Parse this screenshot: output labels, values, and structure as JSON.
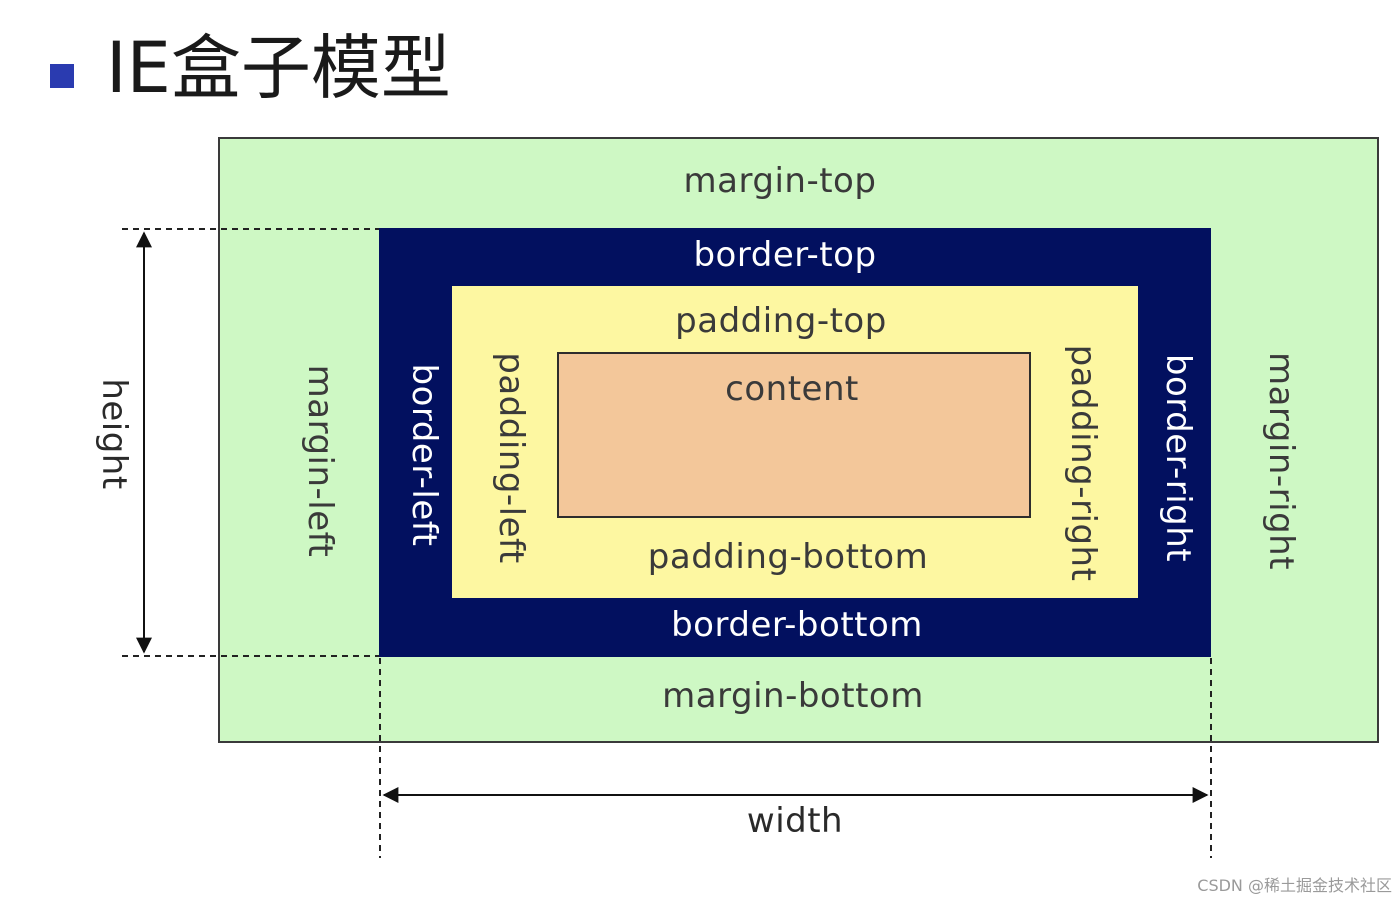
{
  "header": {
    "title": "IE盒子模型",
    "bullet_color": "#2a3bb0"
  },
  "diagram": {
    "colors": {
      "margin": "#cef8c4",
      "border": "#02105f",
      "padding": "#fdf7a1",
      "content": "#f3c79a"
    },
    "labels": {
      "margin_top": "margin-top",
      "margin_bottom": "margin-bottom",
      "margin_left": "margin-left",
      "margin_right": "margin-right",
      "border_top": "border-top",
      "border_bottom": "border-bottom",
      "border_left": "border-left",
      "border_right": "border-right",
      "padding_top": "padding-top",
      "padding_bottom": "padding-bottom",
      "padding_left": "padding-left",
      "padding_right": "padding-right",
      "content": "content",
      "height": "height",
      "width": "width"
    }
  },
  "watermark": "CSDN @稀土掘金技术社区"
}
